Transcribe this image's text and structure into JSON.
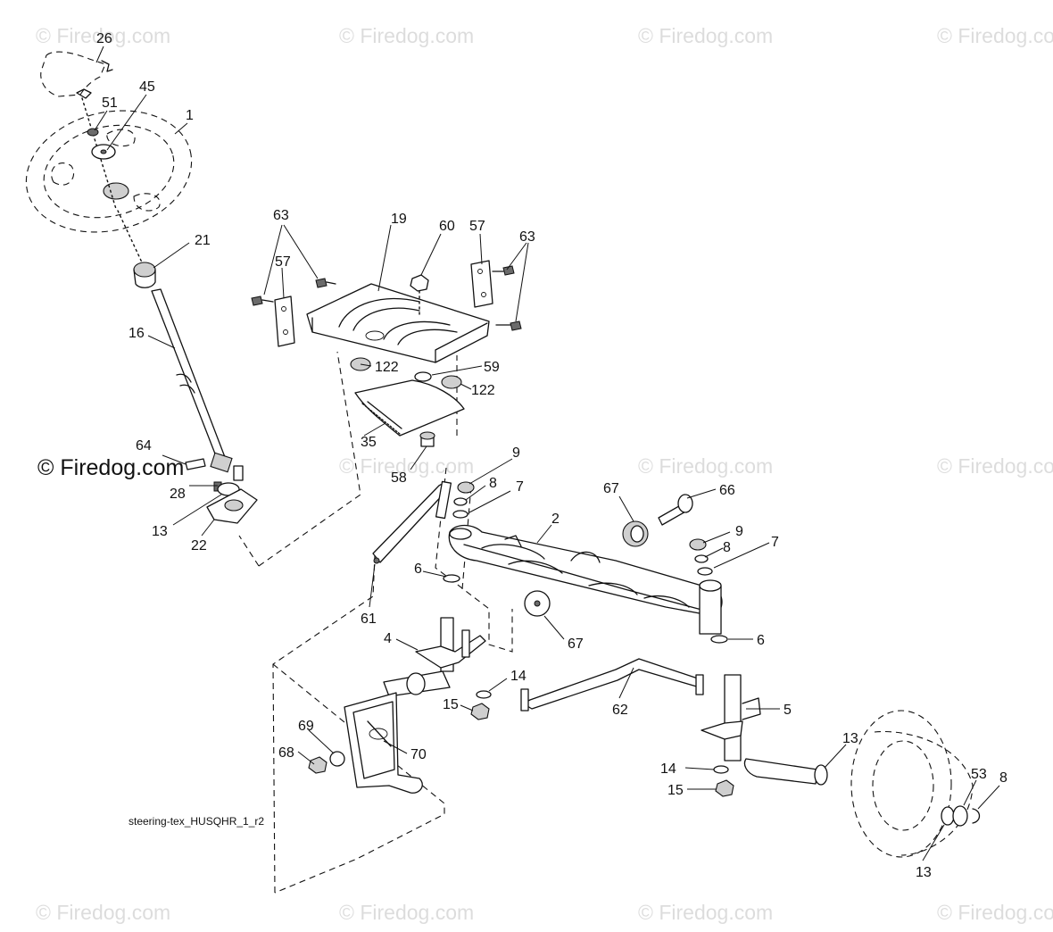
{
  "watermark": "© Firedog.com",
  "caption": "steering-tex_HUSQHR_1_r2",
  "callouts": {
    "c26": "26",
    "c45": "45",
    "c51": "51",
    "c1": "1",
    "c21": "21",
    "c16": "16",
    "c64": "64",
    "c28": "28",
    "c13a": "13",
    "c22": "22",
    "c63a": "63",
    "c19": "19",
    "c60": "60",
    "c57a": "57",
    "c63b": "63",
    "c57b": "57",
    "c122a": "122",
    "c59": "59",
    "c122b": "122",
    "c35": "35",
    "c58": "58",
    "c9a": "9",
    "c8a": "8",
    "c7a": "7",
    "c67a": "67",
    "c66": "66",
    "c2": "2",
    "c9b": "9",
    "c8b": "8",
    "c7b": "7",
    "c6a": "6",
    "c67b": "67",
    "c6b": "6",
    "c61": "61",
    "c4": "4",
    "c14a": "14",
    "c15a": "15",
    "c62": "62",
    "c5": "5",
    "c69": "69",
    "c70": "70",
    "c68": "68",
    "c13b": "13",
    "c14b": "14",
    "c15b": "15",
    "c53": "53",
    "c8c": "8",
    "c13c": "13"
  }
}
